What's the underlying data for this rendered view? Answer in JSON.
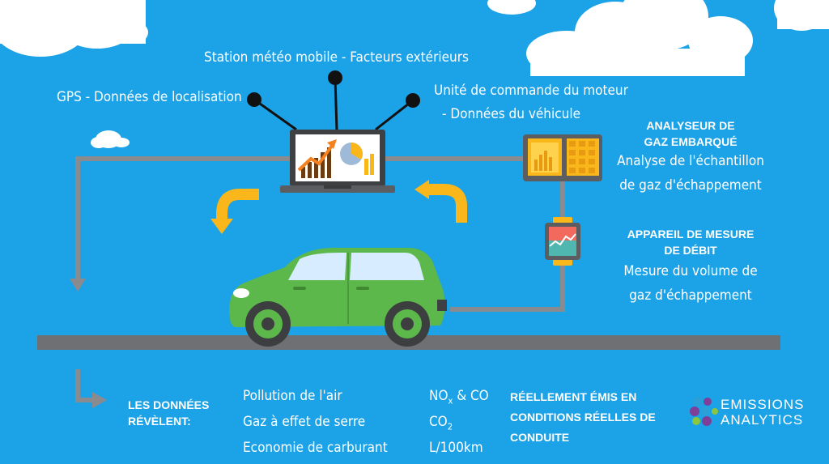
{
  "sources": {
    "weather": "Station météo mobile - Facteurs extérieurs",
    "gps": "GPS - Données de localisation",
    "ecu_line1": "Unité de commande du moteur",
    "ecu_line2": "- Données du véhicule"
  },
  "analyzer": {
    "title_line1": "ANALYSEUR DE",
    "title_line2": "GAZ EMBARQUÉ",
    "desc_line1": "Analyse de l'échantillon",
    "desc_line2": "de gaz d'échappement"
  },
  "flow_meter": {
    "title_line1": "APPAREIL DE MESURE",
    "title_line2": "DE DÉBIT",
    "desc_line1": "Mesure du volume de",
    "desc_line2": "gaz d'échappement"
  },
  "revealed": {
    "title_line1": "LES DONNÉES",
    "title_line2": "RÉVÈLENT:",
    "items": [
      "Pollution de l'air",
      "Gaz à effet de serre",
      "Economie de carburant"
    ],
    "gas_nox": "NO",
    "gas_nox_sub": "x",
    "gas_nox_suffix": " & CO",
    "gas_co2": "CO",
    "gas_co2_sub": "2",
    "fuel": "L/100km"
  },
  "real_emissions": {
    "line1": "RÉELLEMENT ÉMIS EN",
    "line2": "CONDITIONS RÉELLES DE",
    "line3": "CONDUITE"
  },
  "logo": {
    "line1": "EMISSIONS",
    "line2": "ANALYTICS"
  },
  "colors": {
    "sky": "#1ca2e6",
    "road": "#6f7073",
    "car": "#5cb84a",
    "arrow": "#f9b71b",
    "line": "#8a8b8e"
  },
  "icons": [
    "cloud-icon",
    "laptop-icon",
    "car-icon",
    "analyzer-icon",
    "flow-meter-icon",
    "emissions-analytics-logo"
  ]
}
